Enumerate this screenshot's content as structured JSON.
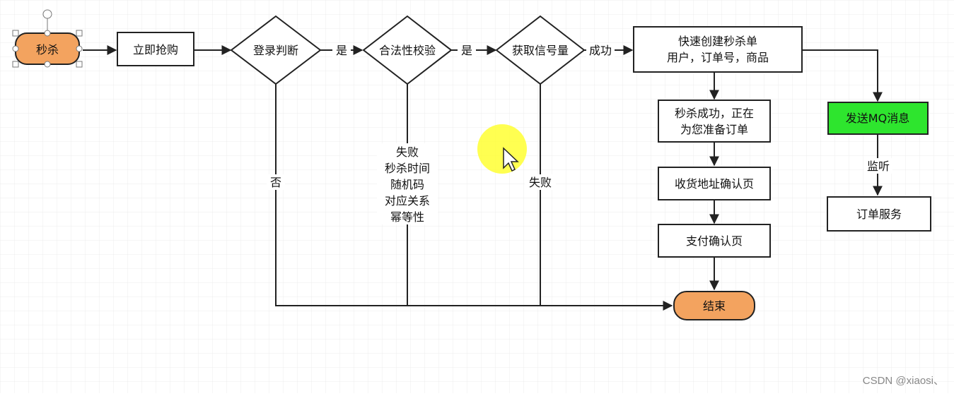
{
  "nodes": {
    "miaosha": "秒杀",
    "buy_now": "立即抢购",
    "login_check": "登录判断",
    "legit_check": "合法性校验",
    "get_semaphore": "获取信号量",
    "create_order_line1": "快速创建秒杀单",
    "create_order_line2": "用户，订单号，商品",
    "success_msg_line1": "秒杀成功，正在",
    "success_msg_line2": "为您准备订单",
    "address_confirm": "收货地址确认页",
    "pay_confirm": "支付确认页",
    "end": "结束",
    "send_mq": "发送MQ消息",
    "order_service": "订单服务"
  },
  "edge_labels": {
    "yes1": "是",
    "yes2": "是",
    "success": "成功",
    "no": "否",
    "fail_reasons": [
      "失败",
      "秒杀时间",
      "随机码",
      "对应关系",
      "幂等性"
    ],
    "fail": "失败",
    "listen": "监听"
  },
  "colors": {
    "orange_fill": "#f3a35f",
    "green_fill": "#2ee52e",
    "cursor_highlight": "#ffff33",
    "selection_handle": "#888888",
    "grid": "#ececec"
  },
  "watermark": "CSDN @xiaosi、"
}
